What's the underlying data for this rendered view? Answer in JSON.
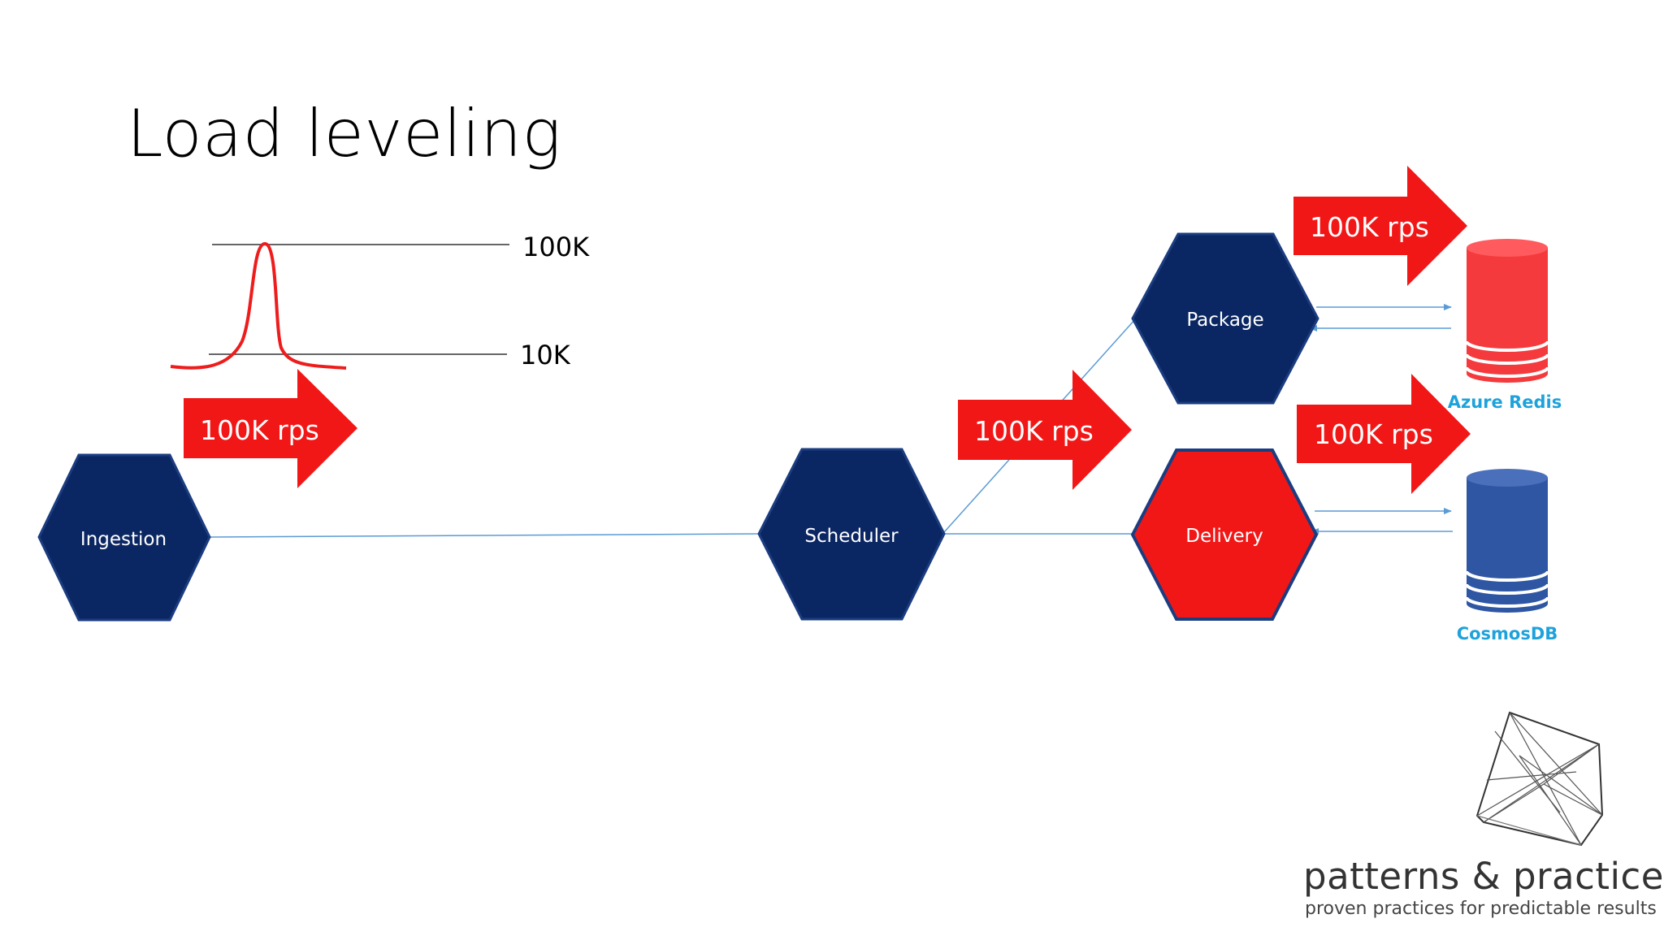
{
  "title": "Load leveling",
  "levels": {
    "high": "100K",
    "low": "10K"
  },
  "services": {
    "ingestion": "Ingestion",
    "scheduler": "Scheduler",
    "package": "Package",
    "delivery": "Delivery"
  },
  "arrows": {
    "ingestion_rate": "100K rps",
    "scheduler_rate": "100K rps",
    "package_rate": "100K rps",
    "delivery_rate": "100K rps"
  },
  "stores": {
    "redis": "Azure Redis",
    "cosmos": "CosmosDB"
  },
  "logo": {
    "main": "patterns & practices",
    "sub": "proven practices for predictable results"
  },
  "colors": {
    "navy": "#0b2763",
    "red": "#f21717",
    "redis": "#f53a3d",
    "cosmos": "#2f56a3",
    "store_label": "#1ea2db",
    "connector": "#5b9bd5"
  }
}
